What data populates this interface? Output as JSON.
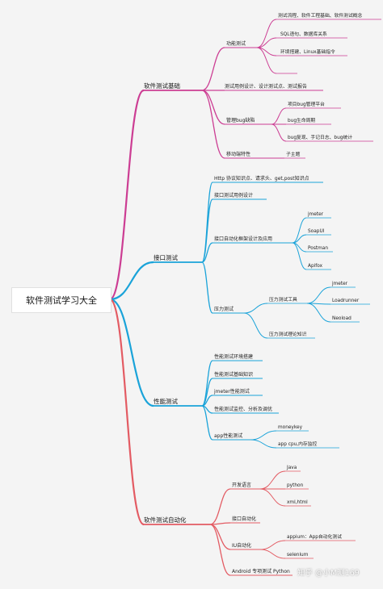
{
  "root": {
    "label": "软件测试学习大全"
  },
  "watermark": "知乎 @小M测169",
  "colors": {
    "pink": "#cc3d93",
    "blue": "#1aa3d9",
    "red": "#e35b63"
  },
  "branches": [
    {
      "label": "软件测试基础",
      "color_key": "pink",
      "children": [
        {
          "label": "功能测试",
          "children": [
            {
              "label": "测试流程、软件工程基础、软件测试概念"
            },
            {
              "label": "SQL语句、数据库关系"
            },
            {
              "label": "环境搭建、Linux基础指令"
            },
            {
              "label": ""
            }
          ]
        },
        {
          "label": "测试用例设计、设计测试点、测试报告"
        },
        {
          "label": "管理bug缺陷",
          "children": [
            {
              "label": "项目bug管理平台"
            },
            {
              "label": "bug生命周期"
            },
            {
              "label": "bug复现、手记日志、bug统计"
            }
          ]
        },
        {
          "label": "移动端特性",
          "children": [
            {
              "label": "子主题"
            }
          ]
        }
      ]
    },
    {
      "label": "接口测试",
      "color_key": "blue",
      "children": [
        {
          "label": "Http 协议知识点、请求头、get,post知识点"
        },
        {
          "label": "接口测试用例设计"
        },
        {
          "label": "接口自动化框架设计及应用",
          "children": [
            {
              "label": "jmeter"
            },
            {
              "label": "SoapUI"
            },
            {
              "label": "Postman"
            },
            {
              "label": "Apifox"
            }
          ]
        },
        {
          "label": "压力测试",
          "children": [
            {
              "label": "压力测试工具",
              "children": [
                {
                  "label": "jmeter"
                },
                {
                  "label": "Loadrunner"
                },
                {
                  "label": "Neoload"
                }
              ]
            },
            {
              "label": "压力测试理论知识"
            }
          ]
        }
      ]
    },
    {
      "label": "性能测试",
      "color_key": "blue",
      "children": [
        {
          "label": "性能测试环境搭建"
        },
        {
          "label": "性能测试基础知识"
        },
        {
          "label": "jmeter性能测试"
        },
        {
          "label": "性能测试监控、分析及调优"
        },
        {
          "label": "app性能测试",
          "children": [
            {
              "label": "moneykey"
            },
            {
              "label": "app cpu,内存监控"
            }
          ]
        }
      ]
    },
    {
      "label": "软件测试自动化",
      "color_key": "red",
      "children": [
        {
          "label": "开发语言",
          "children": [
            {
              "label": "Java"
            },
            {
              "label": "python"
            },
            {
              "label": "xml,html"
            }
          ]
        },
        {
          "label": "接口自动化"
        },
        {
          "label": "IU自动化",
          "children": [
            {
              "label": "appium：App自动化测试"
            },
            {
              "label": "selenium"
            }
          ]
        },
        {
          "label": "Android 专项测试 Python"
        }
      ]
    }
  ]
}
